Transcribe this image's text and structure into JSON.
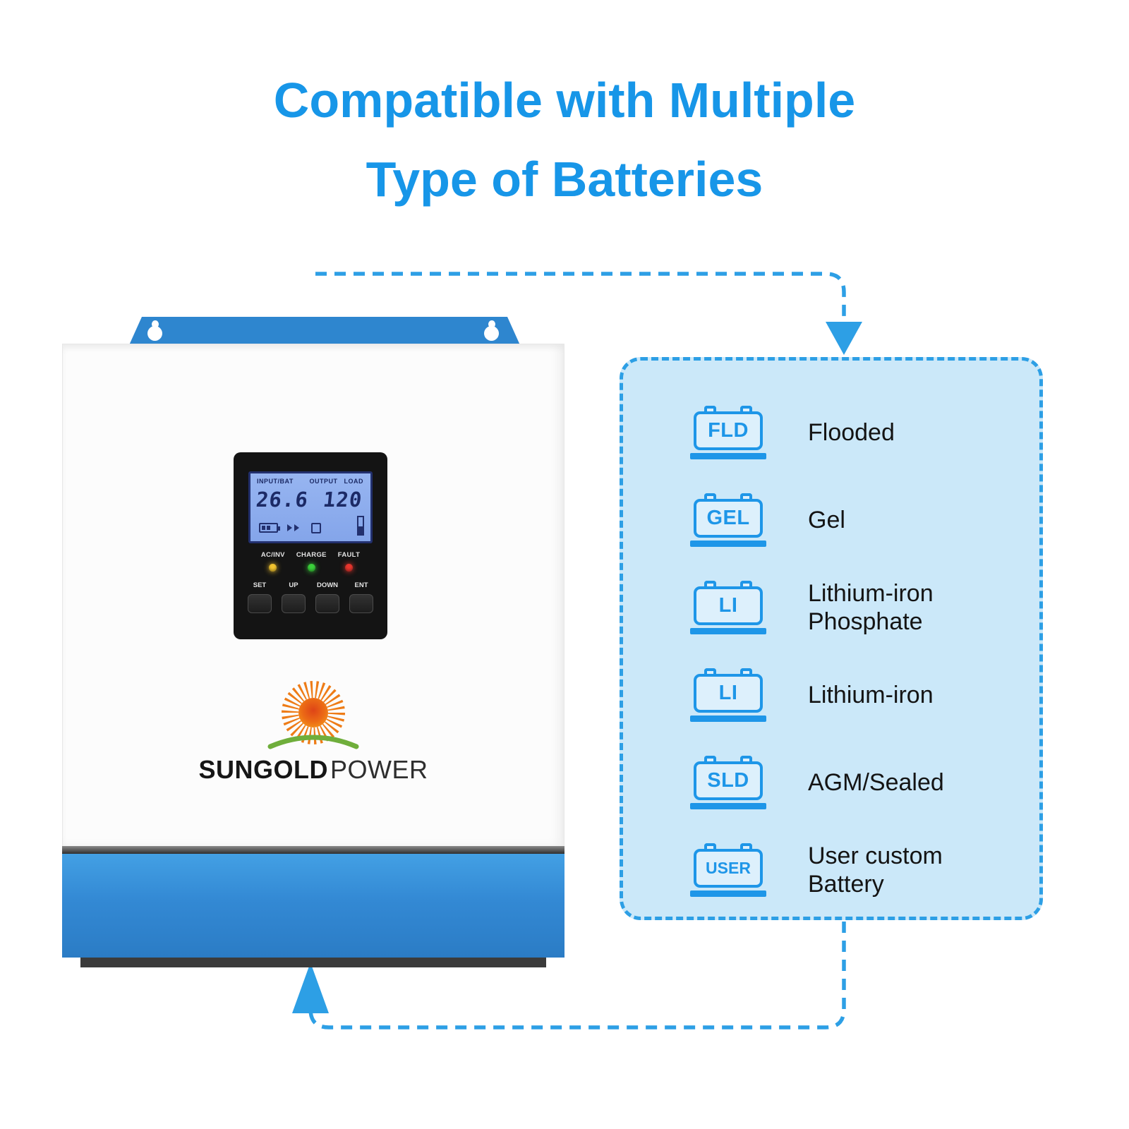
{
  "title": {
    "line1": "Compatible with Multiple",
    "line2": "Type of Batteries"
  },
  "colors": {
    "title": "#1796E8",
    "accent": "#2D9FE5",
    "panel_fill": "#CBE8F9",
    "battery_blue": "#1E96E8",
    "bracket_blue": "#2E86CF",
    "led_ac": "#F2C430",
    "led_charge": "#3BD23B",
    "led_fault": "#E8362E"
  },
  "inverter": {
    "brand_part1": "SUNGOLD",
    "brand_part2": "POWER",
    "lcd": {
      "label_left": "INPUT/BAT",
      "label_right": "OUTPUT   LOAD",
      "value_left": "26.6",
      "value_right": "120"
    },
    "leds": [
      {
        "label": "AC/INV"
      },
      {
        "label": "CHARGE"
      },
      {
        "label": "FAULT"
      }
    ],
    "buttons": [
      "SET",
      "UP",
      "DOWN",
      "ENT"
    ]
  },
  "battery_panel": {
    "items": [
      {
        "code": "FLD",
        "label": "Flooded"
      },
      {
        "code": "GEL",
        "label": "Gel"
      },
      {
        "code": "LI",
        "label": "Lithium-iron Phosphate"
      },
      {
        "code": "LI",
        "label": "Lithium-iron"
      },
      {
        "code": "SLD",
        "label": "AGM/Sealed"
      },
      {
        "code": "USER",
        "label": "User custom Battery"
      }
    ]
  }
}
